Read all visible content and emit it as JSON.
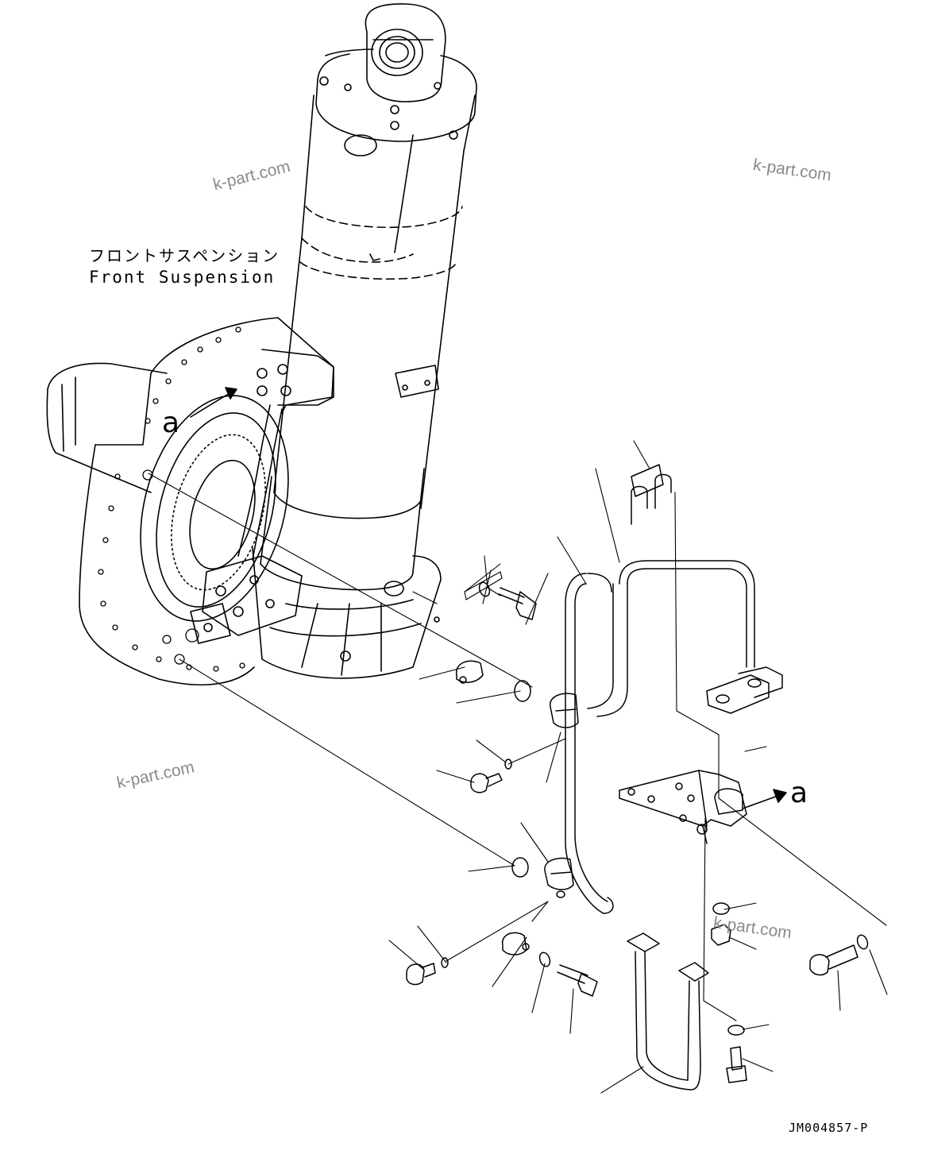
{
  "labels": {
    "jp_title": "フロントサスペンション",
    "en_title": "Front Suspension",
    "view_marker_left": "a",
    "view_marker_right": "a",
    "drawing_number": "JM004857-P"
  },
  "watermarks": [
    "k-part.com",
    "k-part.com",
    "k-part.com",
    "k-part.com"
  ],
  "colors": {
    "ink": "#000000",
    "watermark": "#8a8a8a",
    "background": "#ffffff"
  }
}
